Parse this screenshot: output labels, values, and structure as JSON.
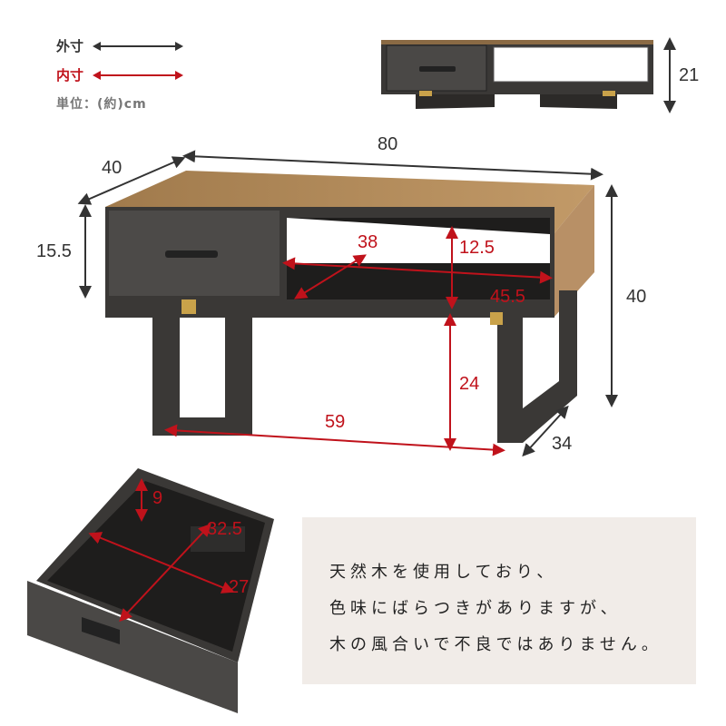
{
  "legend": {
    "outer_label": "外寸",
    "inner_label": "内寸",
    "unit_label": "単位：(約)cm",
    "outer_color": "#333333",
    "inner_color": "#c0121b"
  },
  "dimensions": {
    "width": "80",
    "depth": "40",
    "height": "40",
    "top_section_height": "15.5",
    "side_view_height": "21",
    "shelf_width": "45.5",
    "shelf_depth": "38",
    "shelf_height": "12.5",
    "under_clearance": "24",
    "leg_span": "59",
    "leg_depth": "34",
    "drawer_height": "9",
    "drawer_width": "32.5",
    "drawer_depth": "27"
  },
  "note": {
    "lines": [
      "天然木を使用しており、",
      "色味にばらつきがありますが、",
      "木の風合いで不良ではありません。"
    ]
  },
  "colors": {
    "wood_top": "#b08a5a",
    "dark_frame": "#3a3836",
    "note_bg": "#f1ece8"
  }
}
